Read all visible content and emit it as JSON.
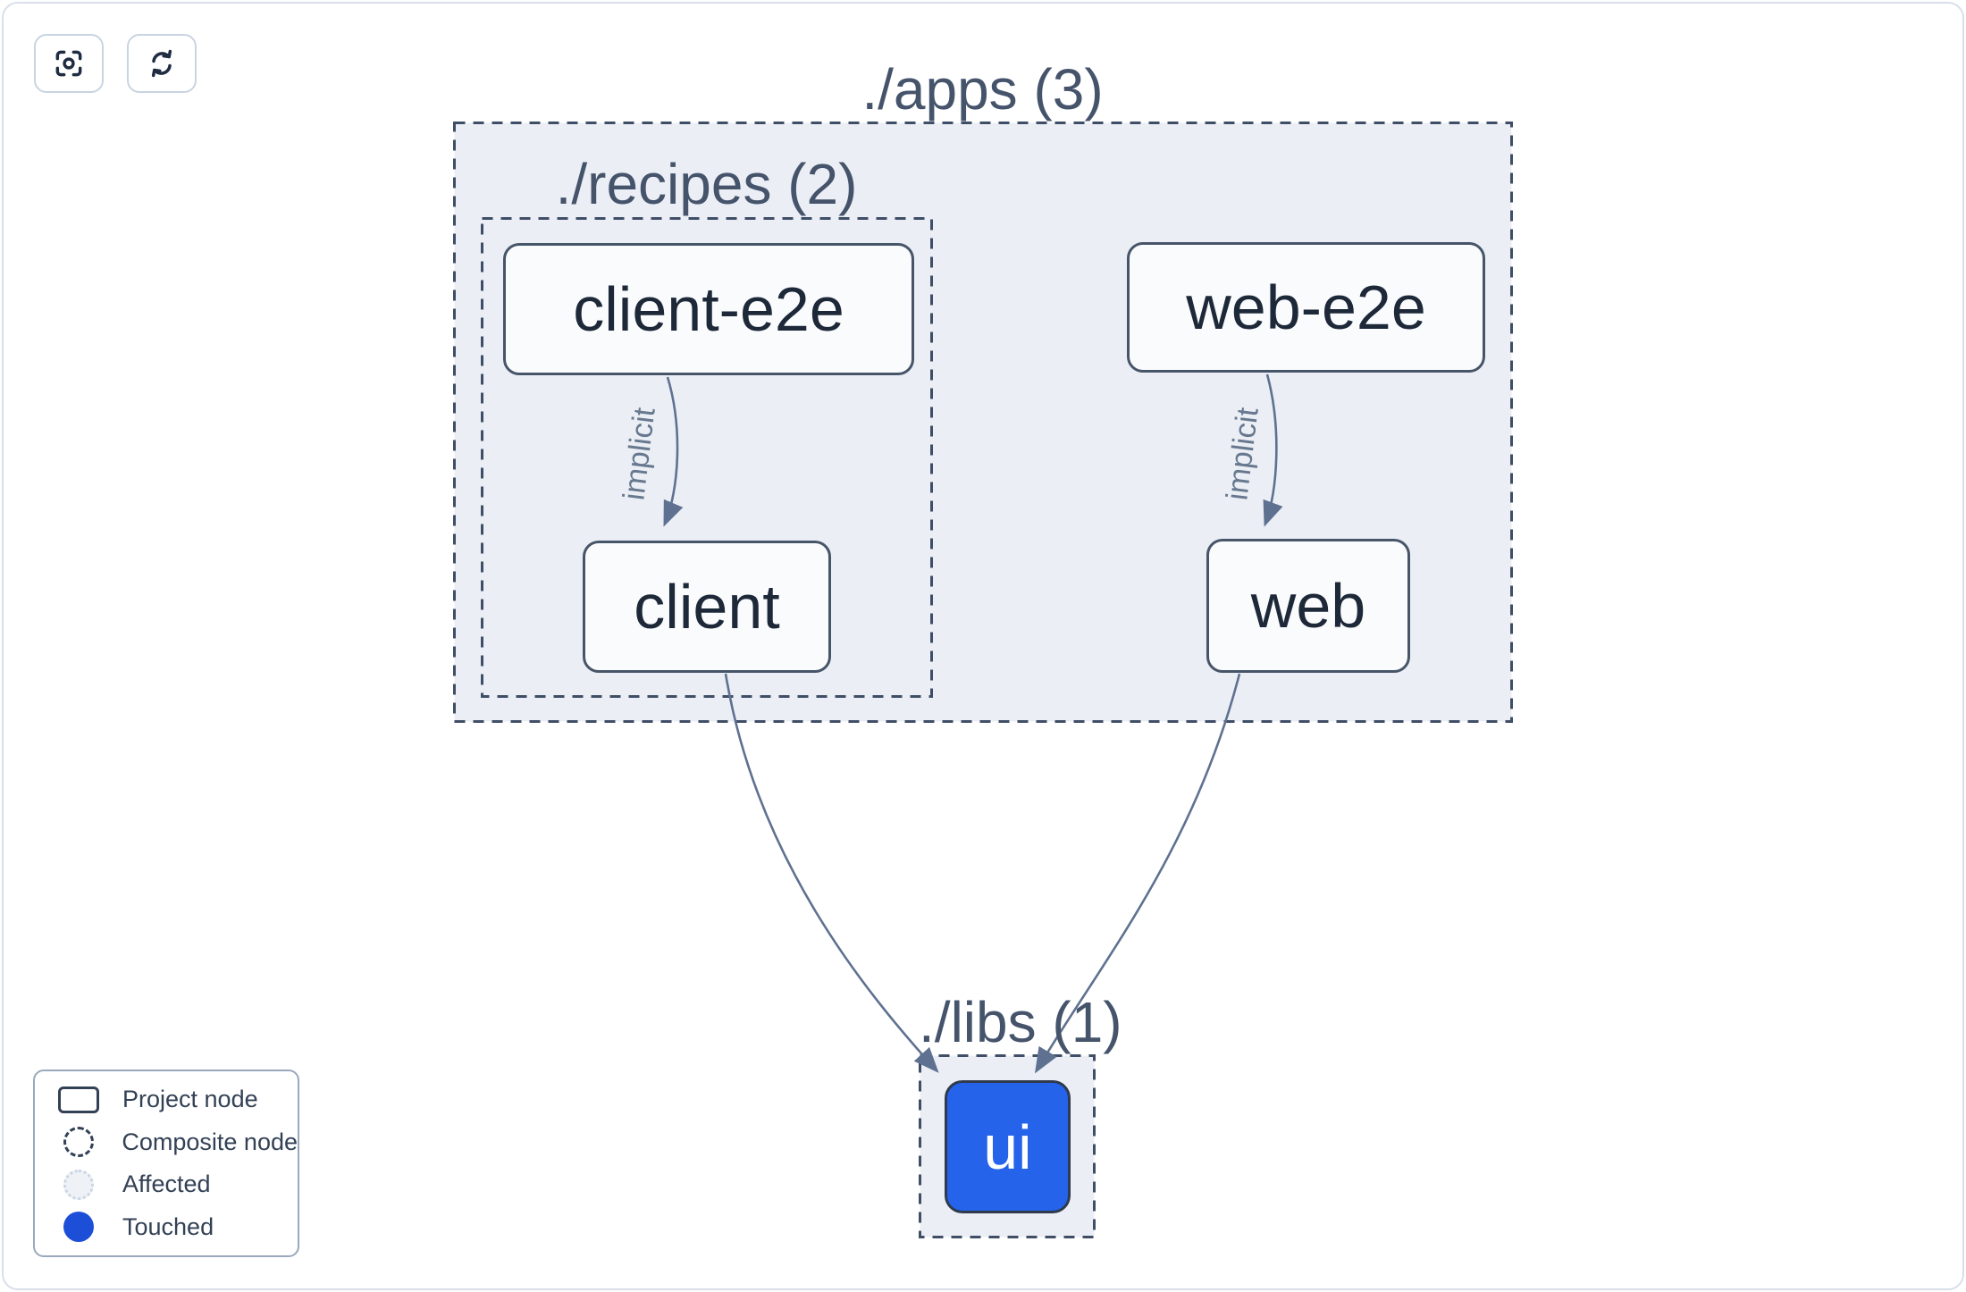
{
  "toolbar": {
    "focus_button": {
      "icon": "scan-focus-icon",
      "tooltip": ""
    },
    "refresh_button": {
      "icon": "refresh-icon",
      "tooltip": ""
    }
  },
  "graph": {
    "composites": [
      {
        "id": "apps",
        "label": "./apps (3)",
        "count": 3
      },
      {
        "id": "recipes",
        "label": "./recipes (2)",
        "count": 2
      },
      {
        "id": "libs",
        "label": "./libs (1)",
        "count": 1
      }
    ],
    "nodes": [
      {
        "id": "client-e2e",
        "label": "client-e2e",
        "state": "normal"
      },
      {
        "id": "web-e2e",
        "label": "web-e2e",
        "state": "normal"
      },
      {
        "id": "client",
        "label": "client",
        "state": "normal"
      },
      {
        "id": "web",
        "label": "web",
        "state": "normal"
      },
      {
        "id": "ui",
        "label": "ui",
        "state": "touched"
      }
    ],
    "edges": [
      {
        "from": "client-e2e",
        "to": "client",
        "label": "implicit"
      },
      {
        "from": "web-e2e",
        "to": "web",
        "label": "implicit"
      },
      {
        "from": "client",
        "to": "ui",
        "label": ""
      },
      {
        "from": "web",
        "to": "ui",
        "label": ""
      }
    ]
  },
  "legend": {
    "items": [
      {
        "icon": "project-node-swatch",
        "label": "Project node"
      },
      {
        "icon": "composite-node-swatch",
        "label": "Composite node"
      },
      {
        "icon": "affected-swatch",
        "label": "Affected"
      },
      {
        "icon": "touched-swatch",
        "label": "Touched"
      }
    ]
  },
  "colors": {
    "touched": "#1d4ed8",
    "touched_node_fill": "#2563eb",
    "affected_fill": "#eef2f7",
    "composite_fill": "#ebeff5",
    "composite_border": "#3f4e66",
    "node_border": "#475569",
    "edge": "#5f7190",
    "title_text": "#45536b"
  }
}
